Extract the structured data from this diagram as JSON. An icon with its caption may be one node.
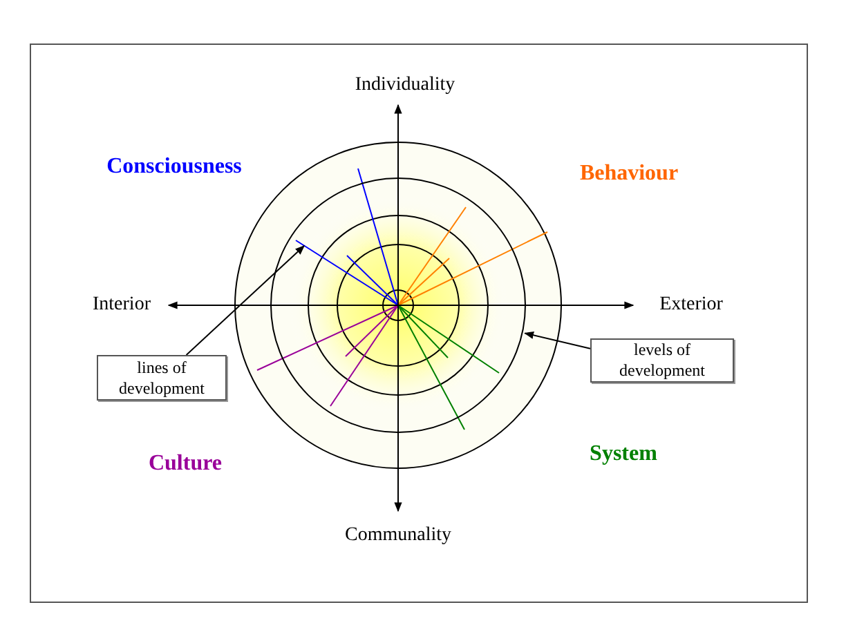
{
  "diagram": {
    "nodes": [
      {
        "text": [
          "lines of development"
        ]
      },
      {
        "text": [
          "levels of development"
        ]
      },
      {
        "text": [],
        "shape": "circle"
      },
      {
        "text": [],
        "shape": "line"
      }
    ],
    "edges": [
      {
        "from": 0,
        "to": 3,
        "arrow": "to"
      },
      {
        "from": 1,
        "to": 2,
        "arrow": "to"
      }
    ],
    "labels": [
      "Individuality",
      "Consciousness",
      "Behaviour",
      "Interior",
      "Exterior",
      "System",
      "Culture",
      "Communality"
    ]
  }
}
